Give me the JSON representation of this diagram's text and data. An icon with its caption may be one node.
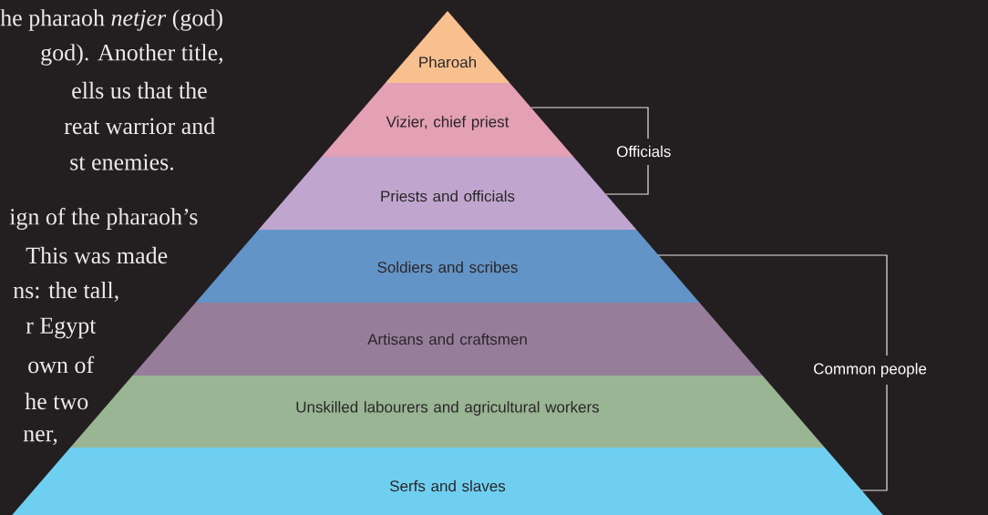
{
  "diagram": {
    "nodes": [
      {
        "text": [
          "Pharoah"
        ]
      },
      {
        "text": [
          "Vizier, chief priest"
        ]
      },
      {
        "text": [
          "Priests and officials"
        ]
      },
      {
        "text": [
          "Soldiers and scribes"
        ]
      },
      {
        "text": [
          "Artisans and craftsmen"
        ]
      },
      {
        "text": [
          "Unskilled labourers and agricultural workers"
        ]
      },
      {
        "text": [
          "Serfs and slaves"
        ]
      }
    ],
    "edges": [],
    "labels": [
      "he pharaoh *netjer* (god)",
      "god). Another title,",
      "ells us that the",
      "reat warrior and",
      "st enemies.",
      "ign of the pharaoh’s",
      "This was made",
      "ns: the tall,",
      "r Egypt",
      "own of",
      "he two",
      "ner,",
      "Officials",
      "Common people"
    ]
  }
}
